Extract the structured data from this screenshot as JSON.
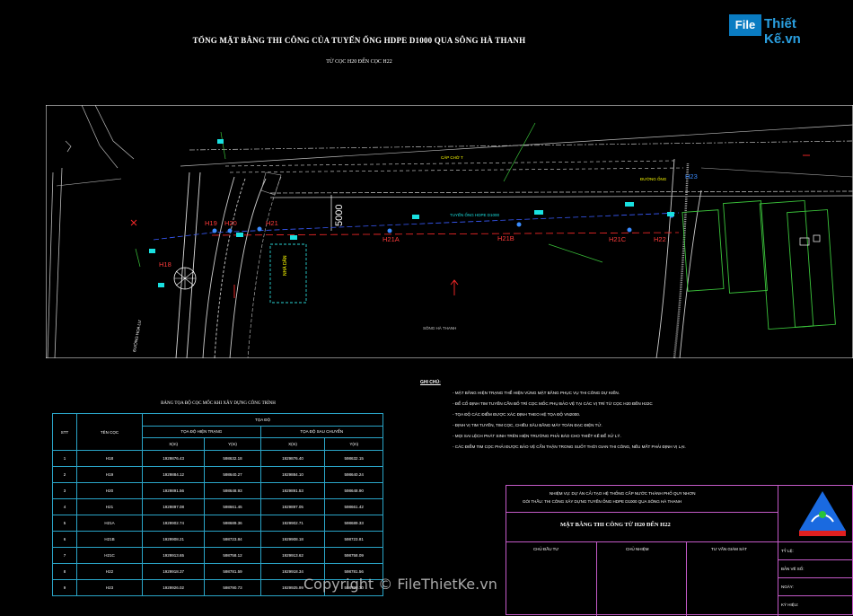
{
  "drawing": {
    "title": "TỔNG MẶT BẰNG THI CÔNG CỦA TUYẾN ỐNG HDPE D1000 QUA SÔNG HÀ THANH",
    "subtitle": "TỪ CỌC H20 ĐẾN CỌC H22"
  },
  "logo": {
    "box": "File",
    "text": "Thiết Kế.vn"
  },
  "map": {
    "distance_label": "5000",
    "stations": [
      {
        "label": "H19"
      },
      {
        "label": "H20"
      },
      {
        "label": "H21"
      },
      {
        "label": "H21A"
      },
      {
        "label": "H21B"
      },
      {
        "label": "H21C"
      },
      {
        "label": "H22"
      },
      {
        "label": "H23"
      },
      {
        "label": "H18"
      }
    ],
    "road_left_label": "ĐƯỜNG HOA LƯ",
    "river_label": "SÔNG HÀ THANH",
    "cable_label": "CÁP CHỜ T",
    "pipe_label": "TUYẾN ỐNG HDPE D1000",
    "house_label": "NHÀ DÂN",
    "flag_label": "ĐƯỜNG ỐNG"
  },
  "notes": {
    "title": "GHI CHÚ:",
    "items": [
      "- MẶT BẰNG HIỆN TRẠNG THỂ HIỆN VÙNG MẶT BẰNG PHỤC VỤ THI CÔNG DỰ KIẾN.",
      "- ĐỂ CỐ ĐỊNH TIM TUYẾN CẦN BỐ TRÍ CỌC MỐC PHỤ BẢO VỆ TẠI CÁC VỊ TRÍ TỪ CỌC H20 ĐẾN H22C",
      "- TỌA ĐỘ CÁC ĐIỂM ĐƯỢC XÁC ĐỊNH THEO HỆ TỌA ĐỘ VN2000.",
      "- ĐỊNH VỊ TIM TUYẾN, TIM CỌC, CHIỀU SÂU BẰNG MÁY TOÀN ĐẠC ĐIỆN TỬ.",
      "- MỌI SAI LỆCH PHÁT SINH TRÊN HIỆN TRƯỜNG PHẢI BÁO CHO THIẾT KẾ ĐỂ XỬ LÝ.",
      "- CÁC ĐIỂM TIM CỌC PHẢI ĐƯỢC BẢO VỆ CẨN THẬN TRONG SUỐT THỜI GIAN THI CÔNG, NẾU MẤT PHẢI ĐỊNH VỊ LẠI."
    ]
  },
  "coord_table": {
    "title": "BẢNG TỌA ĐỘ CỌC MỐC KHI XÂY DỰNG CÔNG TRÌNH",
    "headers": {
      "stt": "STT",
      "name": "TÊN CỌC",
      "group": "TỌA ĐỘ",
      "sub1": "TỌA ĐỘ HIỆN TRẠNG",
      "sub2": "TỌA ĐỘ SAU CHUYỂN",
      "x": "X(m)",
      "y": "Y(m)"
    },
    "rows": [
      {
        "stt": "1",
        "name": "H18",
        "x1": "1929876.43",
        "y1": "598632.18",
        "x2": "1929876.40",
        "y2": "598632.15"
      },
      {
        "stt": "2",
        "name": "H19",
        "x1": "1929884.12",
        "y1": "598640.27",
        "x2": "1929884.10",
        "y2": "598640.24"
      },
      {
        "stt": "3",
        "name": "H20",
        "x1": "1929891.56",
        "y1": "598648.93",
        "x2": "1929891.53",
        "y2": "598648.90"
      },
      {
        "stt": "4",
        "name": "H21",
        "x1": "1929897.08",
        "y1": "598661.45",
        "x2": "1929897.05",
        "y2": "598661.42"
      },
      {
        "stt": "5",
        "name": "H21A",
        "x1": "1929902.74",
        "y1": "598689.36",
        "x2": "1929902.71",
        "y2": "598689.33"
      },
      {
        "stt": "6",
        "name": "H21B",
        "x1": "1929908.21",
        "y1": "598723.84",
        "x2": "1929908.18",
        "y2": "598723.81"
      },
      {
        "stt": "7",
        "name": "H21C",
        "x1": "1929913.65",
        "y1": "598758.12",
        "x2": "1929913.62",
        "y2": "598758.09"
      },
      {
        "stt": "8",
        "name": "H22",
        "x1": "1929918.37",
        "y1": "598781.59",
        "x2": "1929918.34",
        "y2": "598781.56"
      },
      {
        "stt": "9",
        "name": "H23",
        "x1": "1929926.02",
        "y1": "598790.73",
        "x2": "1929925.99",
        "y2": "598790.70"
      }
    ]
  },
  "title_block": {
    "line1": "NHIỆM VỤ: DỰ ÁN CẢI TẠO HỆ THỐNG CẤP NƯỚC THÀNH PHỐ QUY NHƠN",
    "line2": "GÓI THẦU: THI CÔNG XÂY DỰNG TUYẾN ỐNG HDPE D1000 QUA SÔNG HÀ THANH",
    "drawing_name": "MẶT BẰNG THI CÔNG TỪ H20 ĐẾN H22",
    "col1": "CHỦ ĐẦU TƯ",
    "col2": "CHỦ NHIỆM",
    "col3": "TƯ VẤN GIÁM SÁT",
    "r1": "TỶ LỆ:",
    "r2": "BẢN VẼ SỐ:",
    "r3": "NGÀY:",
    "r4": "KÝ HIỆU:"
  },
  "watermark": "Copyright © FileThietKe.vn"
}
